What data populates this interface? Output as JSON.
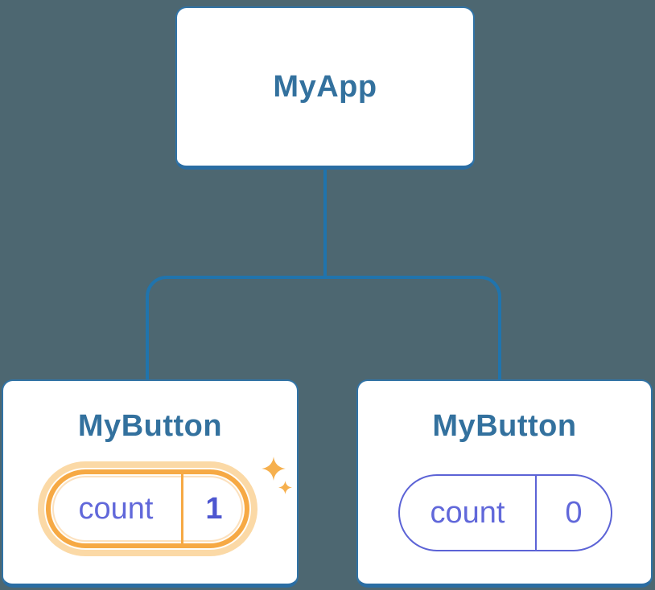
{
  "tree": {
    "root": {
      "name": "MyApp"
    },
    "children": [
      {
        "name": "MyButton",
        "highlighted": true,
        "pill": {
          "label": "count",
          "value": "1"
        }
      },
      {
        "name": "MyButton",
        "highlighted": false,
        "pill": {
          "label": "count",
          "value": "0"
        }
      }
    ]
  },
  "icons": {
    "sparkle_big": "sparkle-icon",
    "sparkle_small": "sparkle-icon"
  },
  "colors": {
    "background": "#4d6771",
    "node_fill": "#ffffff",
    "node_border": "#3173a5",
    "node_border_bottom": "#2a6da3",
    "node_text": "#33719e",
    "connector": "#2074ad",
    "state_purple": "#6168da",
    "state_border_purple": "#5c63d6",
    "state_value_bold": "#4d56d0",
    "highlight_orange": "#f6a944",
    "highlight_glow": "#fbd9a6",
    "sparkle": "#f6b04e"
  }
}
